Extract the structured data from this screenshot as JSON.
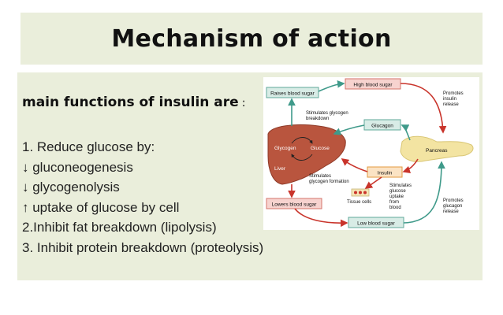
{
  "slide": {
    "title": "Mechanism of action",
    "heading": "main functions of insulin are",
    "heading_colon": ":",
    "lines": [
      "1. Reduce glucose by:",
      "↓ gluconeogenesis",
      "↓ glycogenolysis",
      "↑ uptake of glucose by cell",
      "2.Inhibit fat breakdown (lipolysis)",
      "3. Inhibit protein breakdown (proteolysis)"
    ]
  },
  "diagram": {
    "raises_blood_sugar": "Raises blood sugar",
    "high_blood_sugar": "High blood sugar",
    "lowers_blood_sugar": "Lowers blood sugar",
    "low_blood_sugar": "Low blood sugar",
    "glucagon": "Glucagon",
    "insulin": "Insulin",
    "pancreas": "Pancreas",
    "liver": "Liver",
    "glycogen": "Glycogen",
    "glucose": "Glucose",
    "tissue_cells": "Tissue cells",
    "stim_breakdown_1": "Stimulates glycogen",
    "stim_breakdown_2": "breakdown",
    "stim_formation_1": "Stimulates",
    "stim_formation_2": "glycogen formation",
    "promotes_insulin_1": "Promotes",
    "promotes_insulin_2": "insulin",
    "promotes_insulin_3": "release",
    "promotes_glucagon_1": "Promotes",
    "promotes_glucagon_2": "glucagon",
    "promotes_glucagon_3": "release",
    "stim_uptake_1": "Stimulates",
    "stim_uptake_2": "glucose",
    "stim_uptake_3": "uptake",
    "stim_uptake_4": "from",
    "stim_uptake_5": "blood",
    "colors": {
      "teal_box_fill": "#d8ece6",
      "teal_box_stroke": "#5fa89a",
      "red_box_fill": "#f7d3cf",
      "red_box_stroke": "#d4746b",
      "orange_box_fill": "#fbe3c4",
      "orange_box_stroke": "#e39a3f",
      "red_arrow": "#c9342b",
      "teal_arrow": "#3f9a8a",
      "liver": "#b9553e",
      "pancreas": "#f3e4a2"
    }
  }
}
